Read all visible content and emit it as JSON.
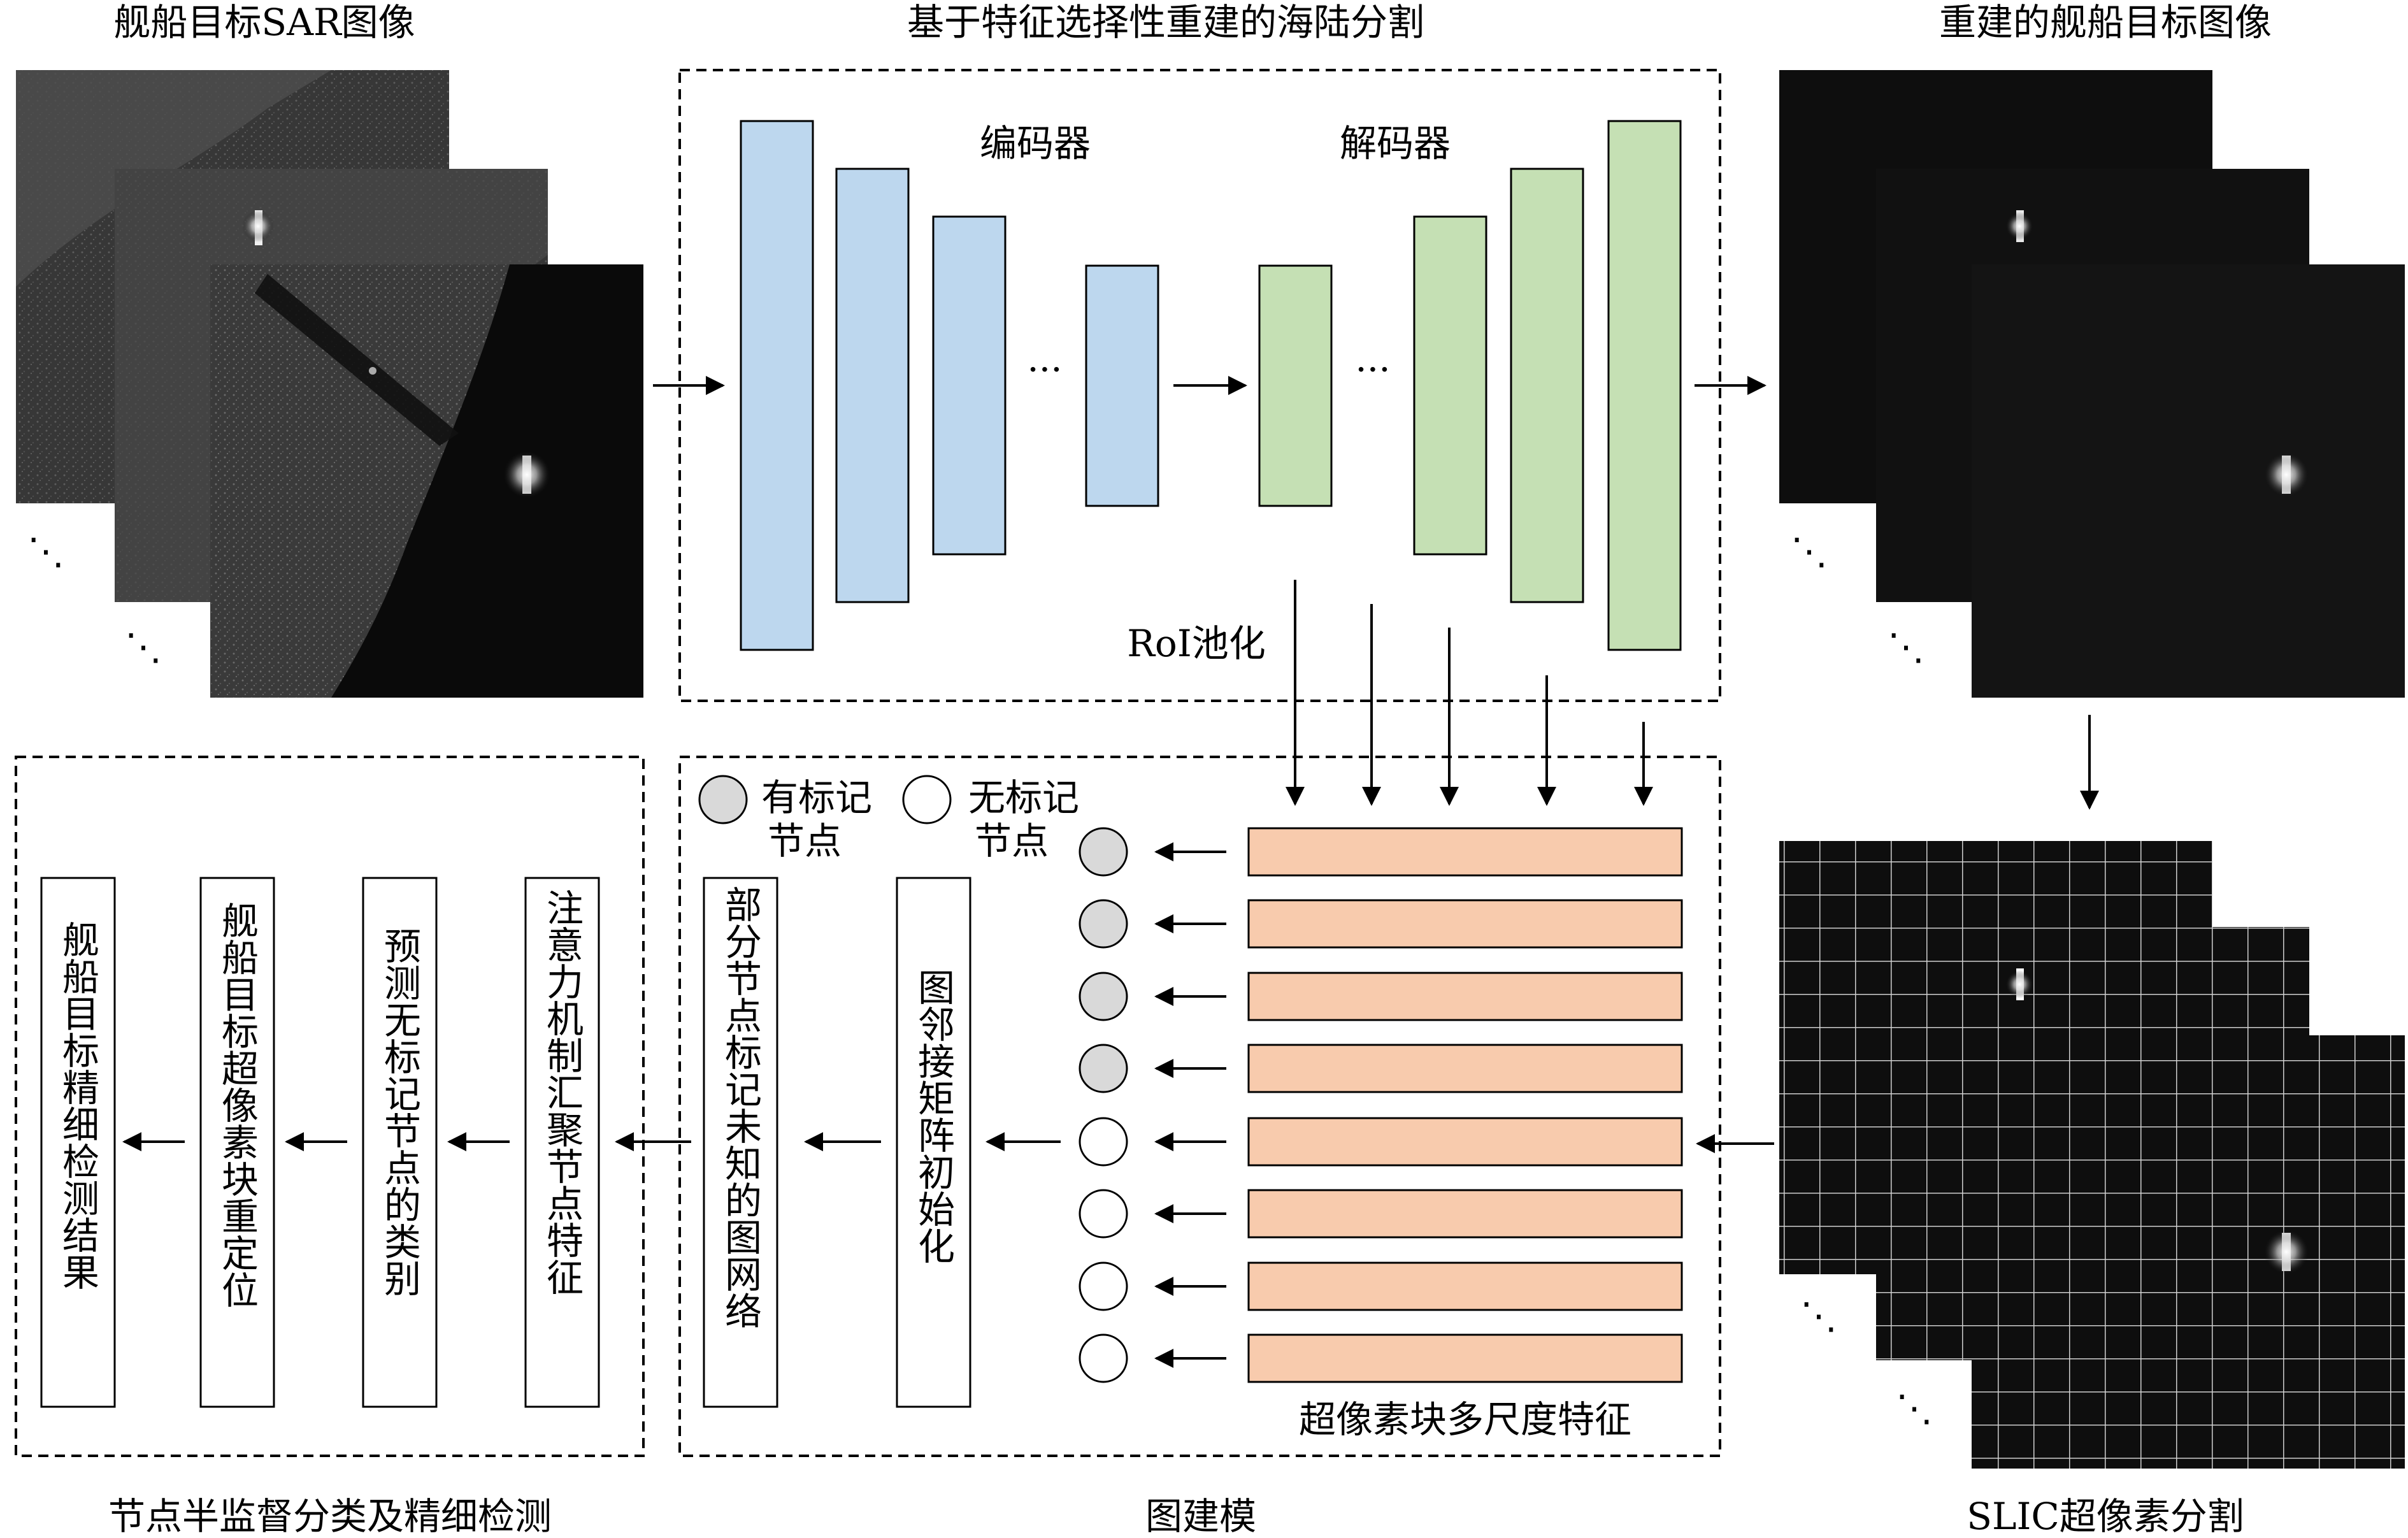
{
  "titles": {
    "sar_input": "舰船目标SAR图像",
    "sea_land": "基于特征选择性重建的海陆分割",
    "reconstructed": "重建的舰船目标图像",
    "slic": "SLIC超像素分割",
    "graph_build": "图建模",
    "semi_supervised": "节点半监督分类及精细检测"
  },
  "network": {
    "encoder": "编码器",
    "decoder": "解码器",
    "roi": "RoI池化",
    "ellipsis": "···"
  },
  "graph": {
    "legend_labeled_l1": "有标记",
    "legend_labeled_l2": "节点",
    "legend_unlabeled_l1": "无标记",
    "legend_unlabeled_l2": "节点",
    "feature_caption": "超像素块多尺度特征",
    "adj_init": "图邻接矩阵初始化",
    "partial_graph": "部分节点标记未知的图网络"
  },
  "steps": {
    "attention": "注意力机制汇聚节点特征",
    "predict": "预测无标记节点的类别",
    "relocate": "舰船目标超像素块重定位",
    "result": "舰船目标精细检测结果"
  },
  "stack_ellipsis": "⋱",
  "colors": {
    "encoder_fill": "#bdd7ee",
    "decoder_fill": "#c5e0b4",
    "feature_fill": "#f8cbad",
    "labeled_node": "#d9d9d9",
    "unlabeled_node": "#ffffff"
  }
}
